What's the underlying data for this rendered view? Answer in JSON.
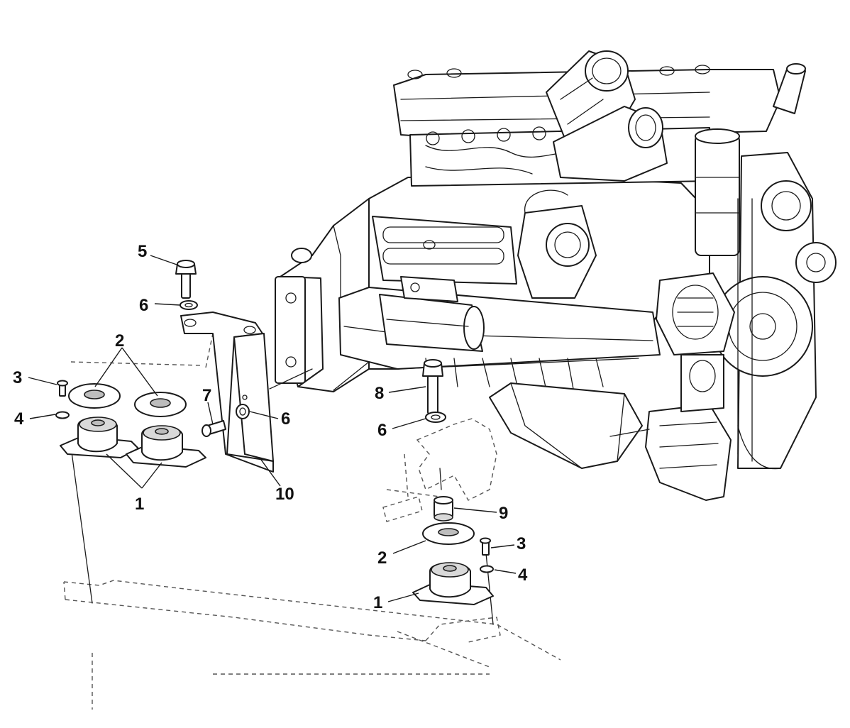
{
  "callouts": {
    "c1a": "1",
    "c1b": "1",
    "c2a": "2",
    "c2b": "2",
    "c3a": "3",
    "c3b": "3",
    "c4a": "4",
    "c4b": "4",
    "c5": "5",
    "c6a": "6",
    "c6b": "6",
    "c6c": "6",
    "c7": "7",
    "c8": "8",
    "c9": "9",
    "c10": "10"
  }
}
